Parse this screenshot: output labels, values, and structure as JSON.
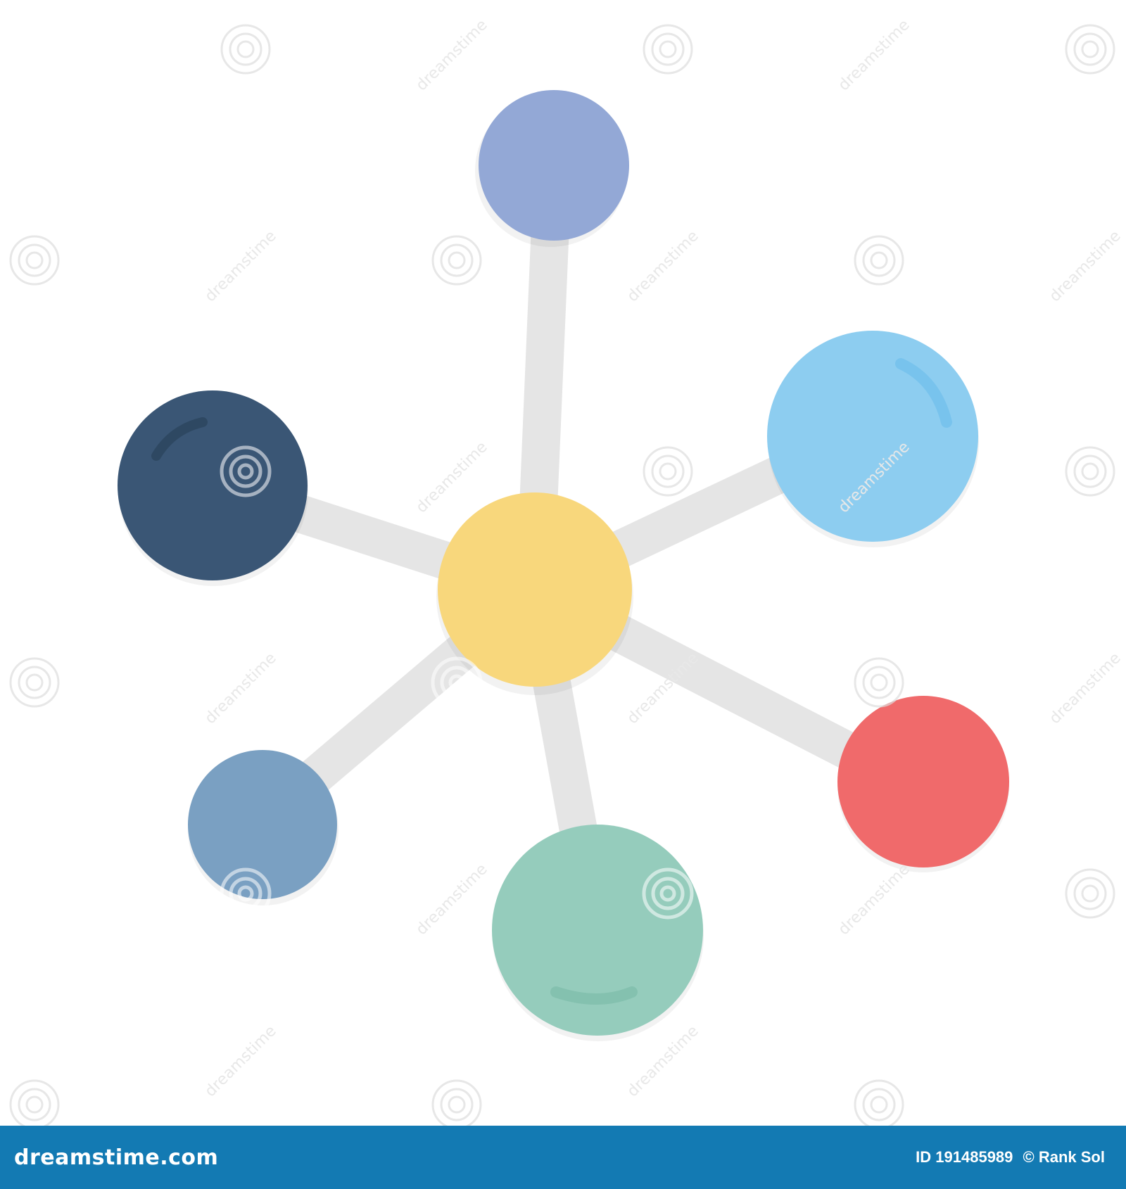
{
  "illustration": {
    "colors": {
      "background": "#ffffff",
      "connector": "#e5e5e5",
      "center_node": "#f8d77c",
      "top_node": "#93a8d6",
      "right_node": "#8dcdf0",
      "left_node": "#3a5675",
      "lower_left_node": "#7aa0c2",
      "bottom_node": "#95ccbc",
      "right_lower_node": "#f06a6b"
    },
    "icon": "network-hub-icon",
    "watermark": {
      "text": "dreamstime",
      "icon": "spiral-watermark-icon"
    }
  },
  "footer": {
    "brand": "dreamstime.com",
    "image_id": "ID 191485989",
    "copyright": "© Rank Sol",
    "background": "#137ab3"
  }
}
